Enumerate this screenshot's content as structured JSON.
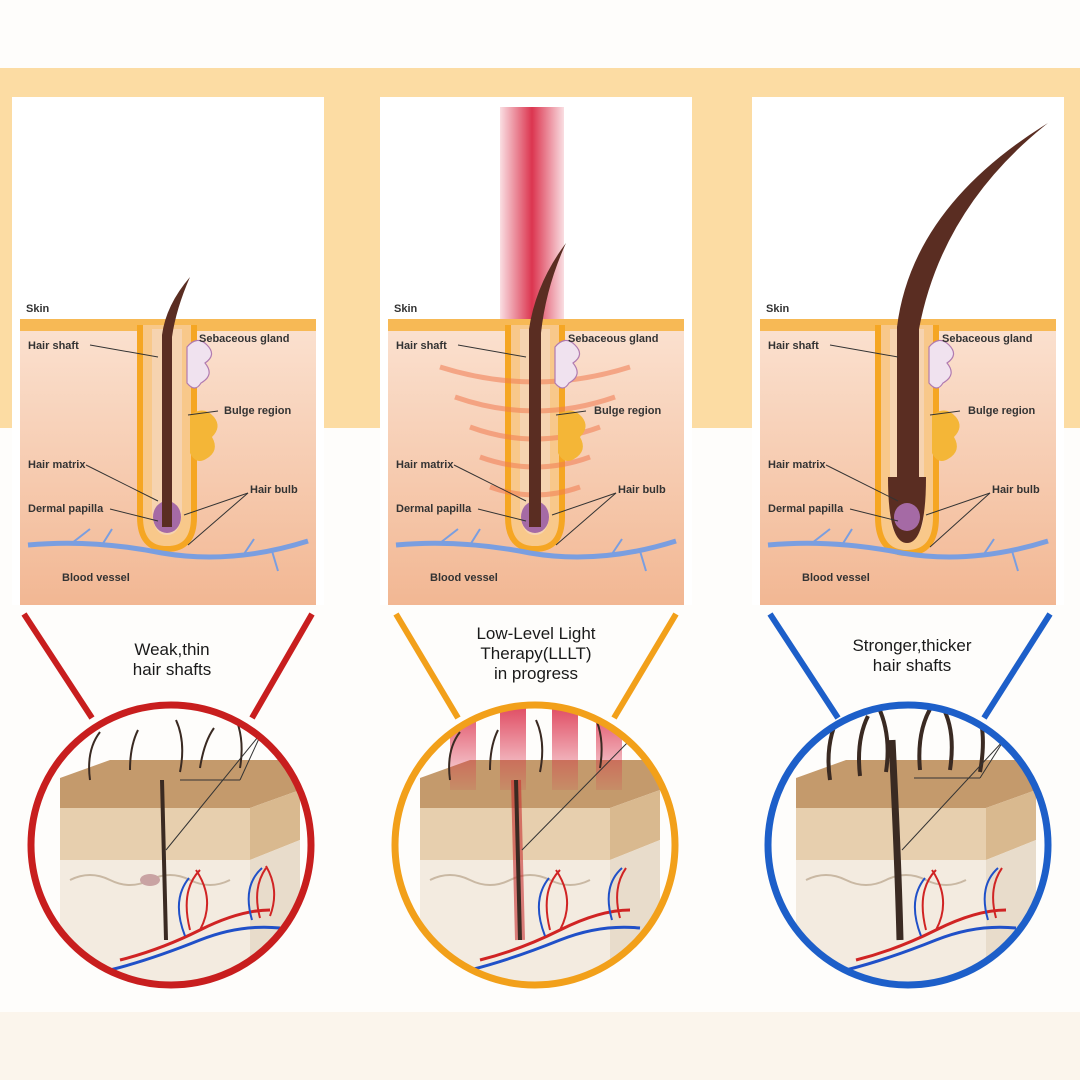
{
  "panels": [
    {
      "labels": {
        "skin": "Skin",
        "hair_shaft": "Hair shaft",
        "sebaceous_gland": "Sebaceous gland",
        "bulge_region": "Bulge region",
        "hair_matrix": "Hair matrix",
        "hair_bulb": "Hair bulb",
        "dermal_papilla": "Dermal papilla",
        "blood_vessel": "Blood vessel"
      },
      "caption": [
        "Weak,thin",
        "hair shafts"
      ],
      "accent_color": "#c81e1e"
    },
    {
      "labels": {
        "skin": "Skin",
        "hair_shaft": "Hair shaft",
        "sebaceous_gland": "Sebaceous gland",
        "bulge_region": "Bulge region",
        "hair_matrix": "Hair matrix",
        "hair_bulb": "Hair bulb",
        "dermal_papilla": "Dermal papilla",
        "blood_vessel": "Blood vessel"
      },
      "caption": [
        "Low-Level Light",
        "Therapy(LLLT)",
        "in progress"
      ],
      "accent_color": "#f2a01a"
    },
    {
      "labels": {
        "skin": "Skin",
        "hair_shaft": "Hair shaft",
        "sebaceous_gland": "Sebaceous gland",
        "bulge_region": "Bulge region",
        "hair_matrix": "Hair matrix",
        "hair_bulb": "Hair bulb",
        "dermal_papilla": "Dermal papilla",
        "blood_vessel": "Blood vessel"
      },
      "caption": [
        "Stronger,thicker",
        "hair shafts"
      ],
      "accent_color": "#1d5fc9"
    }
  ],
  "colors": {
    "background_band": "#fcdca3",
    "skin_tissue": "#f6c7a8",
    "follicle_outline": "#f5a623",
    "hair": "#5a2d22",
    "laser": "#d81f3c",
    "blood_vessel": "#7a9ee0"
  }
}
